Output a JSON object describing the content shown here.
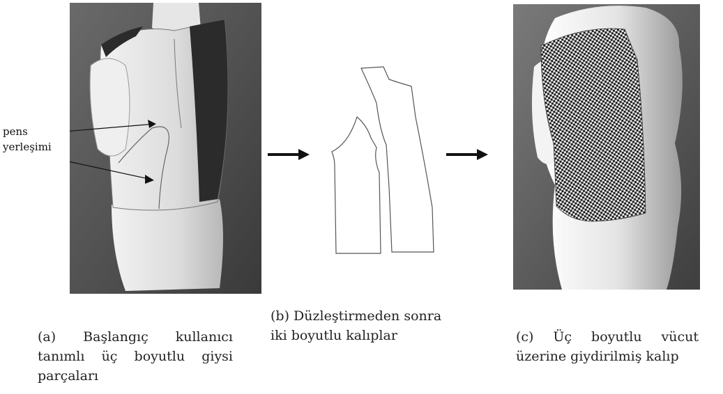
{
  "annotation": {
    "line1": "pens",
    "line2": "yerleşimi"
  },
  "captions": {
    "a": {
      "line1": "(a)  Başlangıç  kullanıcı",
      "line2": "tanımlı üç boyutlu giysi",
      "line3": "parçaları"
    },
    "b": {
      "line1": "(b) Düzleştirmeden sonra",
      "line2": "iki boyutlu kalıplar"
    },
    "c": {
      "line1": "(c)  Üç  boyutlu  vücut",
      "line2": "üzerine giydirilmiş kalıp"
    }
  },
  "colors": {
    "background": "#5a5a5a",
    "mannequin": "#d9d9d9",
    "dark_panel": "#2b2b2b",
    "pattern_line": "#555555"
  }
}
